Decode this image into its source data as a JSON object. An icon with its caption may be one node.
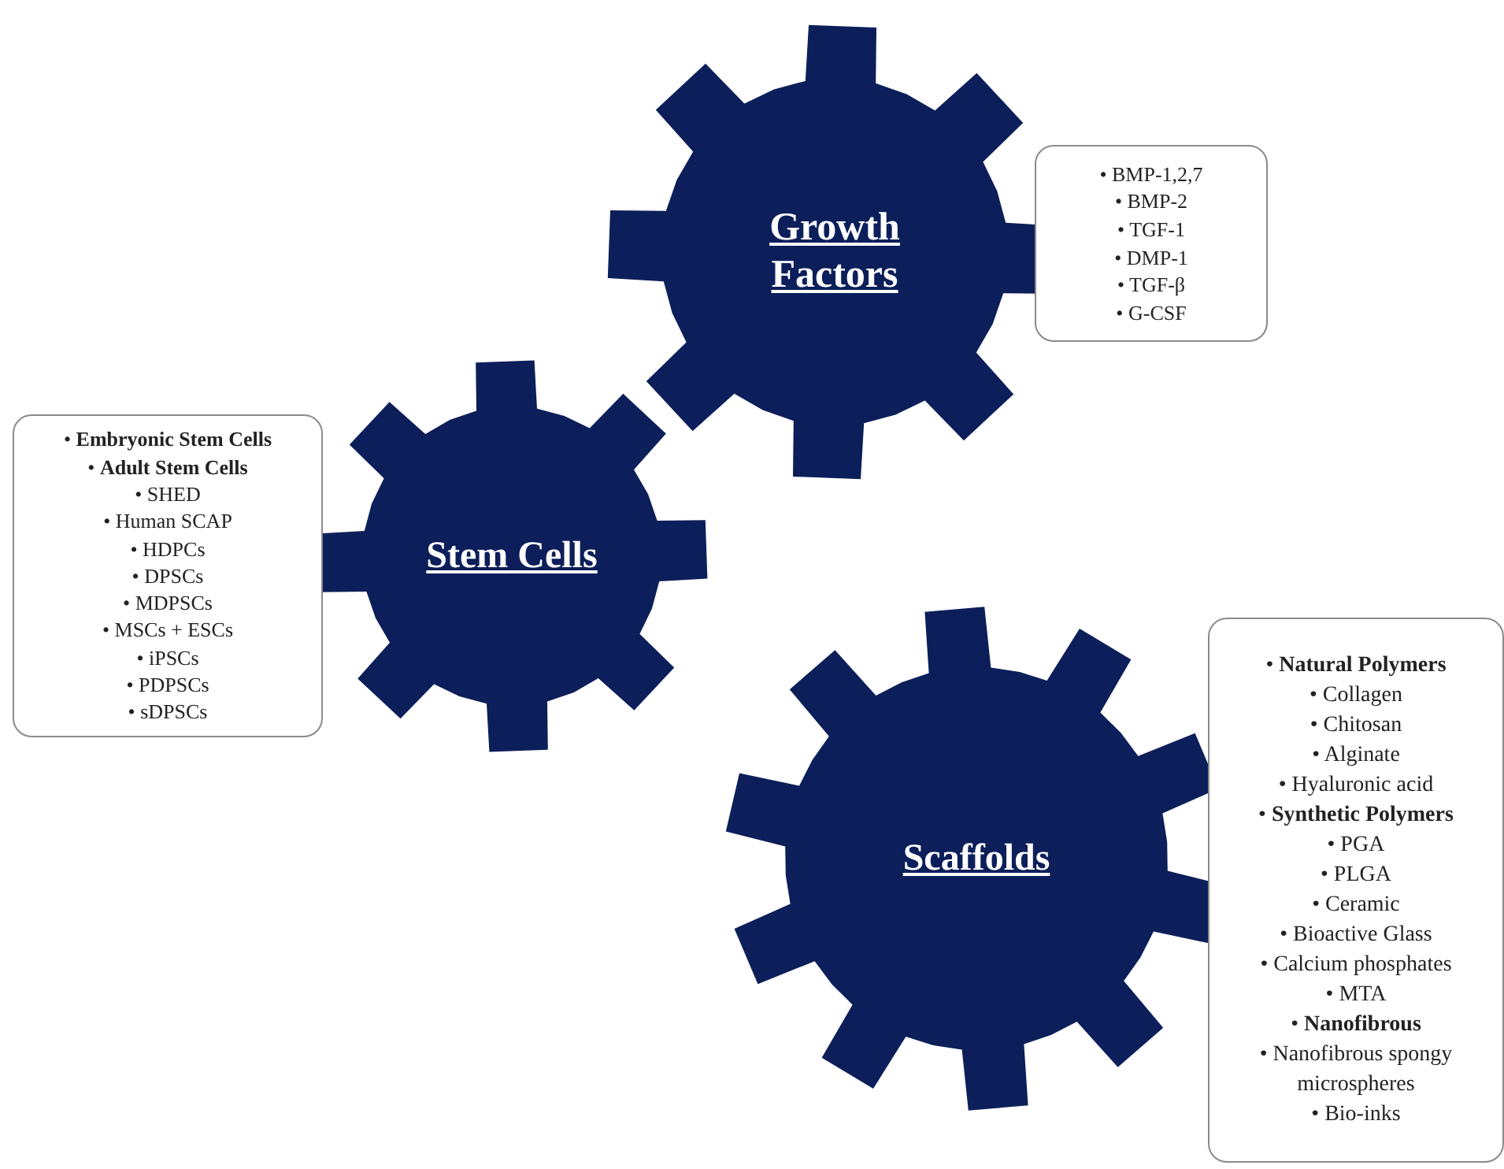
{
  "diagram": {
    "nodes": [
      {
        "text": [
          "Growth Factors"
        ]
      },
      {
        "text": [
          "• BMP-1,2,7",
          "• BMP-2",
          "• TGF-1",
          "• DMP-1",
          "• TGF-β",
          "• G-CSF"
        ]
      },
      {
        "text": [
          "• **Embryonic Stem Cells**",
          "• **Adult Stem Cells**",
          "• SHED",
          "• Human SCAP",
          "• HDPCs",
          "• DPSCs",
          "• MDPSCs",
          "• MSCs + ESCs",
          "• iPSCs",
          "• PDPSCs",
          "• sDPSCs"
        ]
      },
      {
        "text": [
          "Stem Cells"
        ]
      },
      {
        "text": [
          "Scaffolds"
        ]
      },
      {
        "text": [
          "• **Natural Polymers**",
          "• Collagen",
          "• Chitosan",
          "• Alginate",
          "• Hyaluronic acid",
          "• **Synthetic Polymers**",
          "• PGA",
          "• PLGA",
          "• Ceramic",
          "• Bioactive Glass",
          "• Calcium phosphates",
          "• MTA",
          "• **Nanofibrous**",
          "• Nanofibrous spongy microspheres",
          "• Bio-inks"
        ]
      }
    ],
    "edges": []
  }
}
